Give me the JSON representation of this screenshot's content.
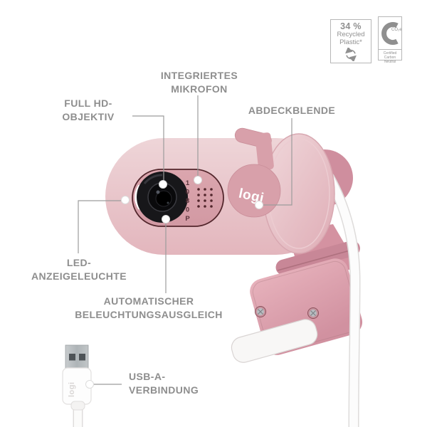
{
  "badges": {
    "recycled_plastic": {
      "value": "34 %",
      "label_line1": "Recycled",
      "label_line2": "Plastic*",
      "icon": "recycle-arrows-icon"
    },
    "carbon_neutral": {
      "letter": "C",
      "sub_label": "CO₂e",
      "caption_line1": "Certified",
      "caption_line2": "Carbon Neutral",
      "icon": "carbon-neutral-c-icon"
    }
  },
  "product": {
    "cover_logo": "logi",
    "usb_logo": "logi",
    "lens_badge": "1080P"
  },
  "callouts": {
    "microphone": {
      "line1": "INTEGRIERTES",
      "line2": "MIKROFON"
    },
    "lens": {
      "line1": "FULL HD-",
      "line2": "OBJEKTIV"
    },
    "privacy_shutter": {
      "line1": "ABDECKBLENDE"
    },
    "led": {
      "line1": "LED-",
      "line2": "ANZEIGELEUCHTE"
    },
    "auto_light": {
      "line1": "AUTOMATISCHER",
      "line2": "BELEUCHTUNGSAUSGLEICH"
    },
    "usb": {
      "line1": "USB-A-",
      "line2": "VERBINDUNG"
    }
  },
  "colors": {
    "body_pink": "#e8c4ca",
    "faceplate_pink": "#d7a1aa",
    "cover_pink": "#d8a0aa",
    "base_pink": "#dda7b2",
    "label_gray": "#8e8e8e",
    "line_gray": "#9c9c9c",
    "badge_gray": "#909090",
    "lens_black": "#17171a",
    "cable_white": "#fcfcfc"
  }
}
